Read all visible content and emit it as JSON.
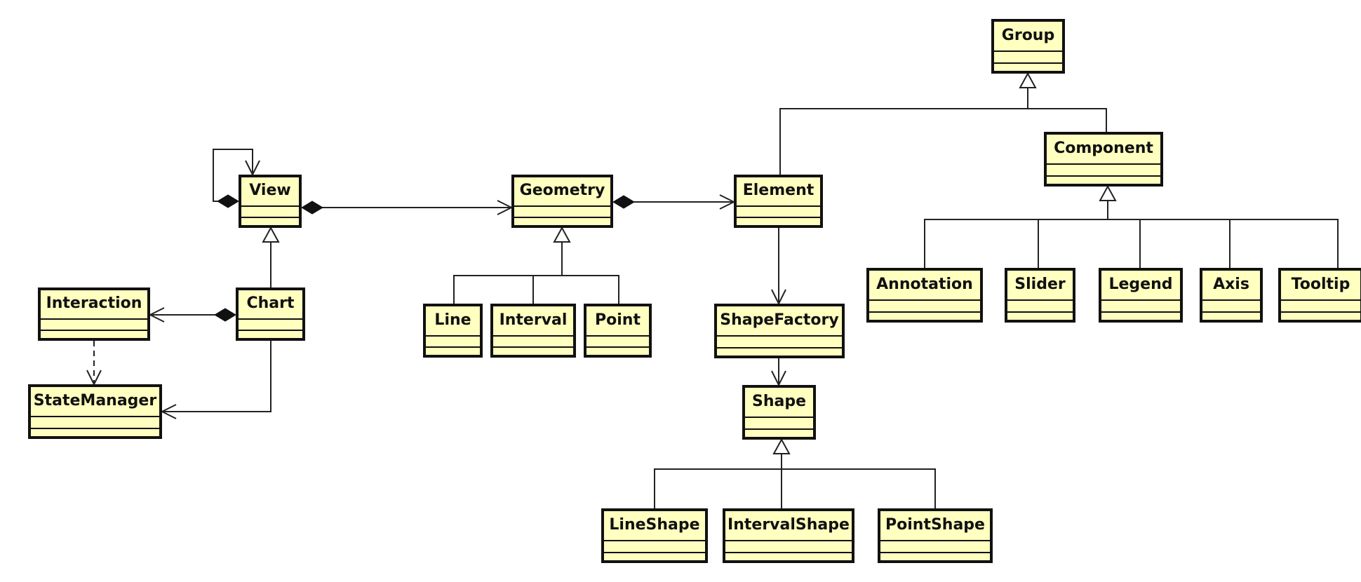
{
  "diagram": {
    "classes": [
      {
        "id": "group",
        "label": "Group"
      },
      {
        "id": "component",
        "label": "Component"
      },
      {
        "id": "view",
        "label": "View"
      },
      {
        "id": "geometry",
        "label": "Geometry"
      },
      {
        "id": "element",
        "label": "Element"
      },
      {
        "id": "chart",
        "label": "Chart"
      },
      {
        "id": "interaction",
        "label": "Interaction"
      },
      {
        "id": "statemanager",
        "label": "StateManager"
      },
      {
        "id": "line",
        "label": "Line"
      },
      {
        "id": "interval",
        "label": "Interval"
      },
      {
        "id": "point",
        "label": "Point"
      },
      {
        "id": "shapefactory",
        "label": "ShapeFactory"
      },
      {
        "id": "shape",
        "label": "Shape"
      },
      {
        "id": "annotation",
        "label": "Annotation"
      },
      {
        "id": "slider",
        "label": "Slider"
      },
      {
        "id": "legend",
        "label": "Legend"
      },
      {
        "id": "axis",
        "label": "Axis"
      },
      {
        "id": "tooltip",
        "label": "Tooltip"
      },
      {
        "id": "lineshape",
        "label": "LineShape"
      },
      {
        "id": "intervalshape",
        "label": "IntervalShape"
      },
      {
        "id": "pointshape",
        "label": "PointShape"
      }
    ],
    "relations": [
      {
        "type": "generalization",
        "from": "element",
        "to": "group"
      },
      {
        "type": "generalization",
        "from": "component",
        "to": "group"
      },
      {
        "type": "generalization",
        "from": "annotation",
        "to": "component"
      },
      {
        "type": "generalization",
        "from": "slider",
        "to": "component"
      },
      {
        "type": "generalization",
        "from": "legend",
        "to": "component"
      },
      {
        "type": "generalization",
        "from": "axis",
        "to": "component"
      },
      {
        "type": "generalization",
        "from": "tooltip",
        "to": "component"
      },
      {
        "type": "generalization",
        "from": "chart",
        "to": "view"
      },
      {
        "type": "generalization",
        "from": "line",
        "to": "geometry"
      },
      {
        "type": "generalization",
        "from": "interval",
        "to": "geometry"
      },
      {
        "type": "generalization",
        "from": "point",
        "to": "geometry"
      },
      {
        "type": "generalization",
        "from": "lineshape",
        "to": "shape"
      },
      {
        "type": "generalization",
        "from": "intervalshape",
        "to": "shape"
      },
      {
        "type": "generalization",
        "from": "pointshape",
        "to": "shape"
      },
      {
        "type": "composition",
        "from": "view",
        "to": "view"
      },
      {
        "type": "composition",
        "from": "view",
        "to": "geometry"
      },
      {
        "type": "composition",
        "from": "geometry",
        "to": "element"
      },
      {
        "type": "composition",
        "from": "chart",
        "to": "interaction"
      },
      {
        "type": "association",
        "from": "element",
        "to": "shapefactory"
      },
      {
        "type": "association",
        "from": "shapefactory",
        "to": "shape"
      },
      {
        "type": "association",
        "from": "chart",
        "to": "statemanager"
      },
      {
        "type": "dependency",
        "from": "interaction",
        "to": "statemanager"
      }
    ],
    "colors": {
      "fill": "#ffffc0",
      "stroke": "#111111",
      "line": "#222222"
    }
  }
}
